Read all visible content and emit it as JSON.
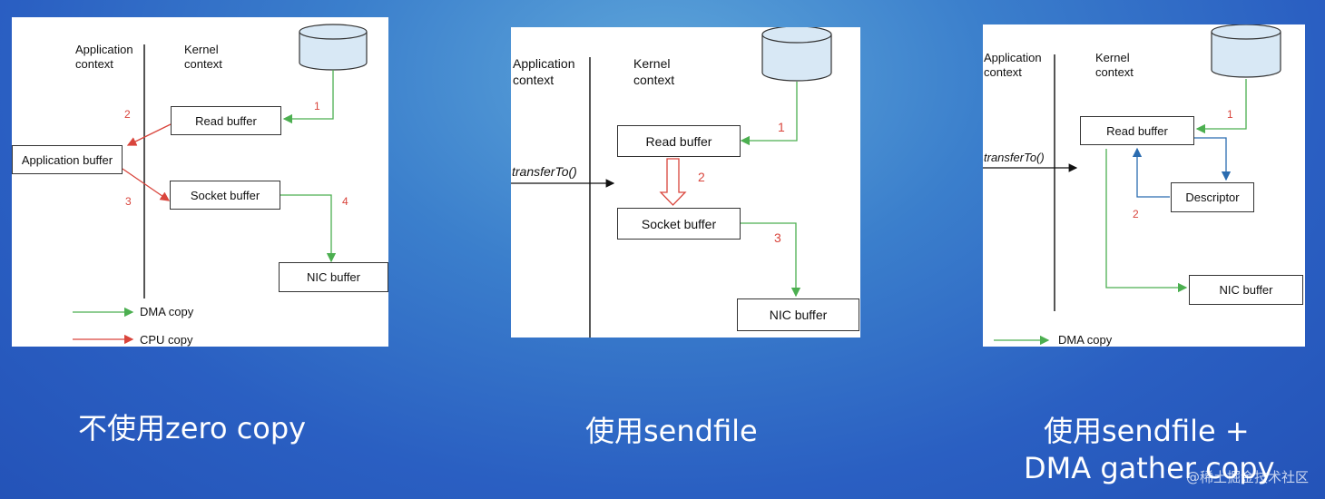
{
  "panel1": {
    "app_context": "Application\ncontext",
    "kernel_context": "Kernel\ncontext",
    "read_buffer": "Read buffer",
    "application_buffer": "Application buffer",
    "socket_buffer": "Socket buffer",
    "nic_buffer": "NIC buffer",
    "step1": "1",
    "step2": "2",
    "step3": "3",
    "step4": "4",
    "legend_dma": "DMA copy",
    "legend_cpu": "CPU copy",
    "caption": "不使用zero copy"
  },
  "panel2": {
    "app_context": "Application\ncontext",
    "kernel_context": "Kernel\ncontext",
    "read_buffer": "Read buffer",
    "socket_buffer": "Socket buffer",
    "nic_buffer": "NIC buffer",
    "call": "transferTo()",
    "step1": "1",
    "step2": "2",
    "step3": "3",
    "caption": "使用sendfile"
  },
  "panel3": {
    "app_context": "Application\ncontext",
    "kernel_context": "Kernel\ncontext",
    "read_buffer": "Read buffer",
    "descriptor": "Descriptor",
    "nic_buffer": "NIC buffer",
    "call": "transferTo()",
    "step1": "1",
    "step2": "2",
    "legend_dma": "DMA copy",
    "caption_line1": "使用sendfile +",
    "caption_line2": "DMA gather copy"
  },
  "watermark": "@稀土掘金技术社区",
  "colors": {
    "dma": "#4caf50",
    "cpu": "#d9453c",
    "descriptor": "#2b6cb0",
    "disk_fill": "#d8e8f5"
  }
}
